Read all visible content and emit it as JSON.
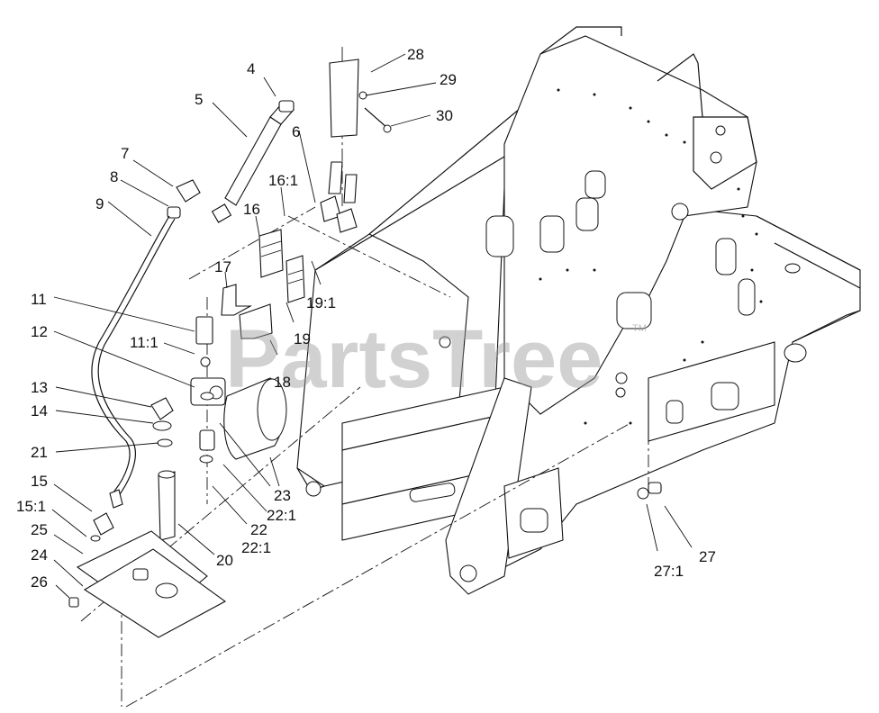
{
  "watermark": {
    "text": "PartsTree",
    "mark": "TM"
  },
  "callouts": [
    {
      "id": "4",
      "label": "4"
    },
    {
      "id": "5",
      "label": "5"
    },
    {
      "id": "6",
      "label": "6"
    },
    {
      "id": "7",
      "label": "7"
    },
    {
      "id": "8",
      "label": "8"
    },
    {
      "id": "9",
      "label": "9"
    },
    {
      "id": "11",
      "label": "11"
    },
    {
      "id": "11_1",
      "label": "11:1"
    },
    {
      "id": "12",
      "label": "12"
    },
    {
      "id": "13",
      "label": "13"
    },
    {
      "id": "14",
      "label": "14"
    },
    {
      "id": "15",
      "label": "15"
    },
    {
      "id": "15_1",
      "label": "15:1"
    },
    {
      "id": "16",
      "label": "16"
    },
    {
      "id": "16_1",
      "label": "16:1"
    },
    {
      "id": "17",
      "label": "17"
    },
    {
      "id": "18",
      "label": "18"
    },
    {
      "id": "19",
      "label": "19"
    },
    {
      "id": "19_1",
      "label": "19:1"
    },
    {
      "id": "20",
      "label": "20"
    },
    {
      "id": "21",
      "label": "21"
    },
    {
      "id": "22",
      "label": "22"
    },
    {
      "id": "22_1a",
      "label": "22:1"
    },
    {
      "id": "22_1b",
      "label": "22:1"
    },
    {
      "id": "23",
      "label": "23"
    },
    {
      "id": "24",
      "label": "24"
    },
    {
      "id": "25",
      "label": "25"
    },
    {
      "id": "26",
      "label": "26"
    },
    {
      "id": "27",
      "label": "27"
    },
    {
      "id": "27_1",
      "label": "27:1"
    },
    {
      "id": "28",
      "label": "28"
    },
    {
      "id": "29",
      "label": "29"
    },
    {
      "id": "30",
      "label": "30"
    }
  ]
}
